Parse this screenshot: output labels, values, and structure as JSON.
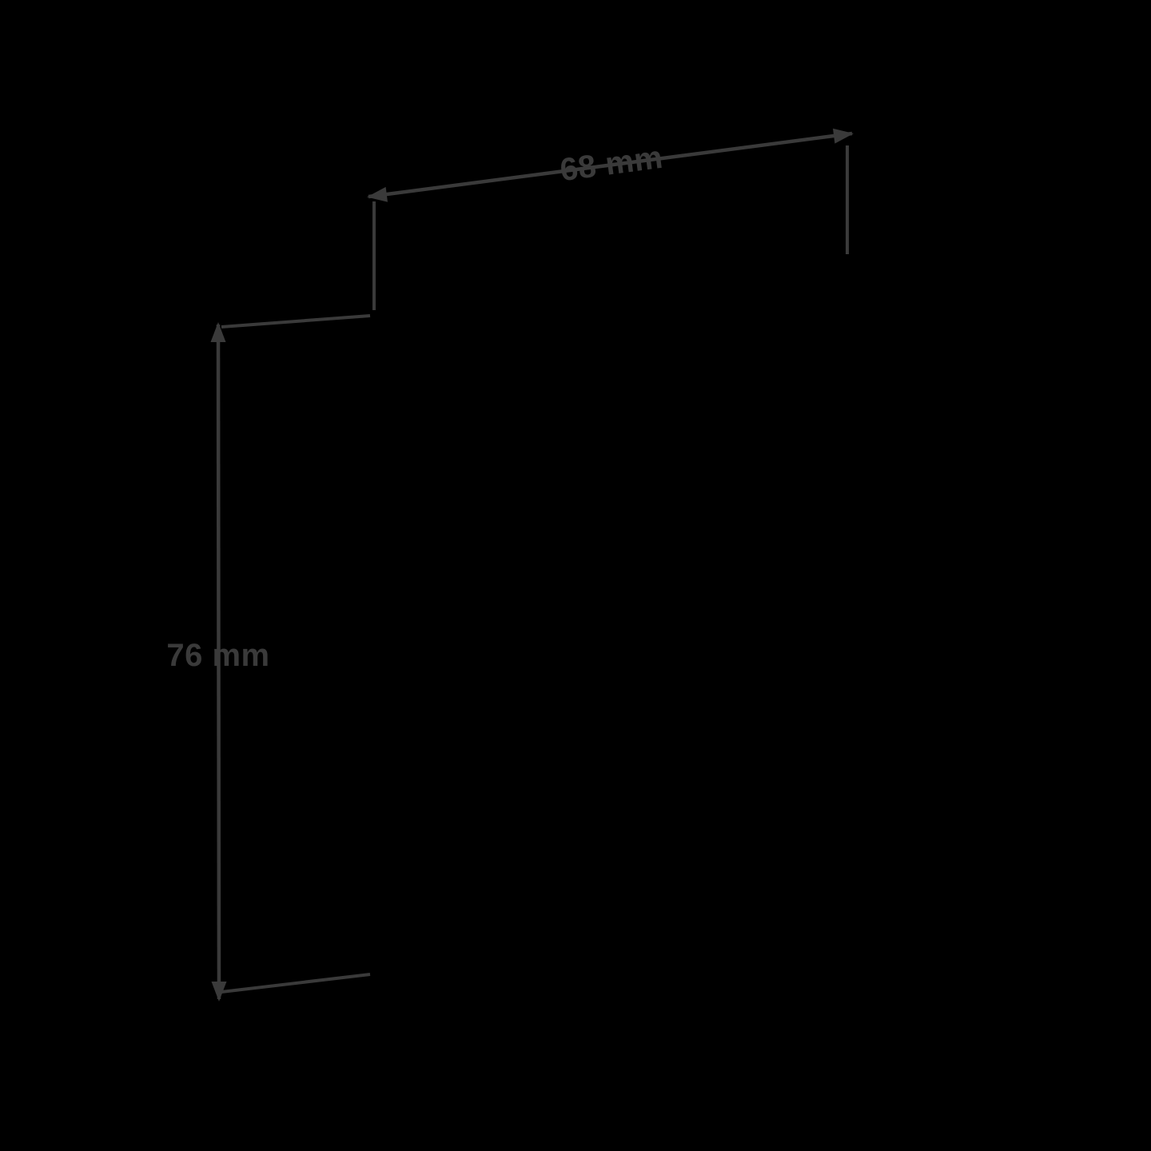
{
  "diagram": {
    "type": "product-dimension-annotation",
    "background_color": "#000000",
    "annotation_color": "#3a3a3a",
    "width_dimension": {
      "label": "68 mm",
      "orientation": "slanted-horizontal"
    },
    "height_dimension": {
      "label": "76 mm",
      "orientation": "vertical"
    }
  }
}
